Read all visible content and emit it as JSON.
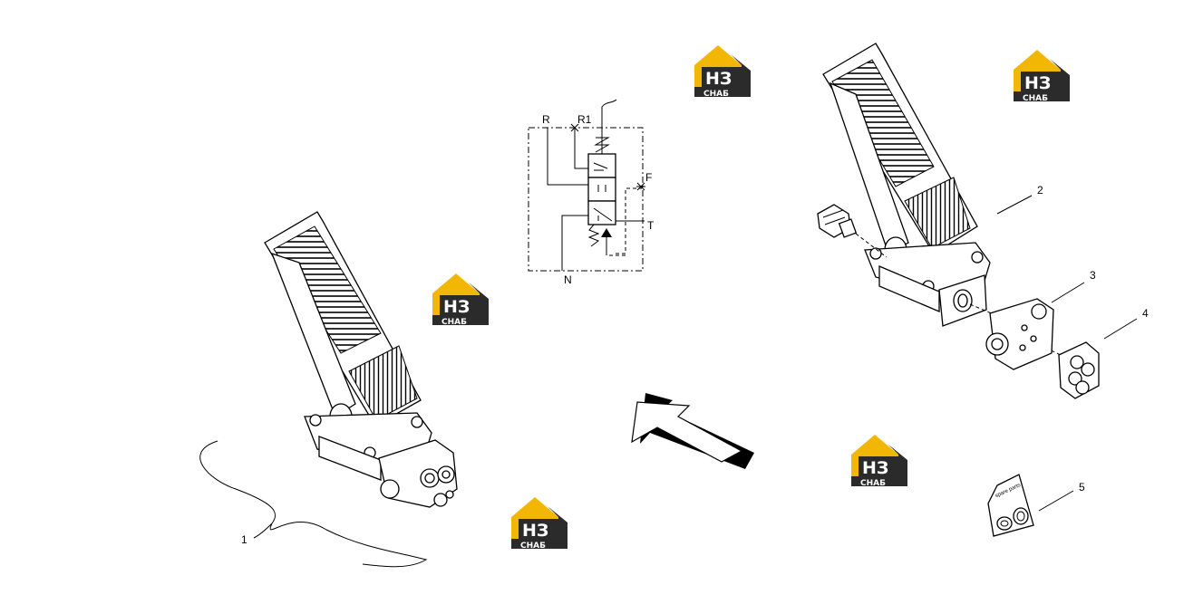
{
  "schematic": {
    "labels": {
      "R": "R",
      "R1": "R1",
      "F": "F",
      "T": "T",
      "N": "N"
    }
  },
  "callouts": [
    "1",
    "2",
    "3",
    "4",
    "5"
  ],
  "parts_bag_text": "spare parts",
  "watermark": {
    "letters": "НЗ",
    "sub": "СНАБ",
    "colors": {
      "yellow": "#f2b705",
      "dark": "#2b2b2b"
    }
  }
}
